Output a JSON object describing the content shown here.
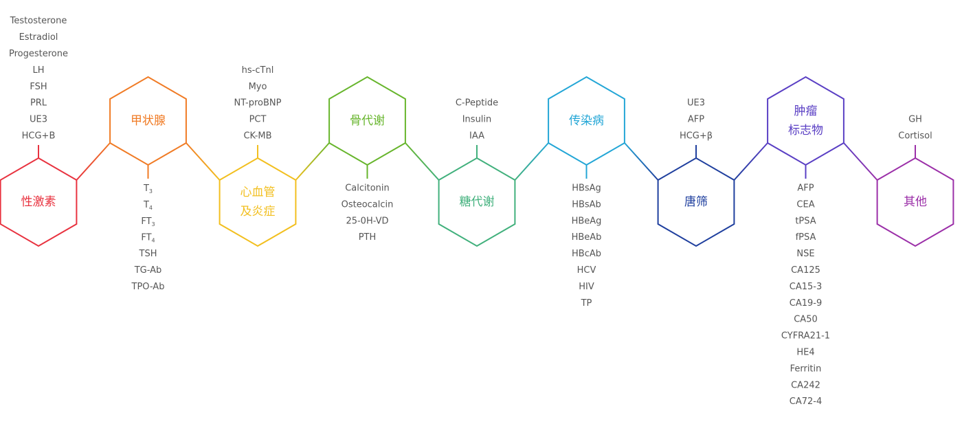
{
  "categories": [
    {
      "id": "sex-hormones",
      "title": [
        "性激素"
      ],
      "color": "#e8323f",
      "items_position": "above",
      "items": [
        "Testosterone",
        "Estradiol",
        "Progesterone",
        "LH",
        "FSH",
        "PRL",
        "UE3",
        "HCG+B"
      ]
    },
    {
      "id": "thyroid",
      "title": [
        "甲状腺"
      ],
      "color": "#f07b25",
      "items_position": "below",
      "items": [
        {
          "base": "T",
          "sub": "3"
        },
        {
          "base": "T",
          "sub": "4"
        },
        {
          "base": "FT",
          "sub": "3"
        },
        {
          "base": "FT",
          "sub": "4"
        },
        "TSH",
        "TG-Ab",
        "TPO-Ab"
      ]
    },
    {
      "id": "cardiovascular",
      "title": [
        "心血管",
        "及炎症"
      ],
      "color": "#f2bf1f",
      "items_position": "above",
      "items": [
        "hs-cTnl",
        "Myo",
        "NT-proBNP",
        "PCT",
        "CK-MB"
      ]
    },
    {
      "id": "bone-metabolism",
      "title": [
        "骨代谢"
      ],
      "color": "#67b52c",
      "items_position": "below",
      "items": [
        "Calcitonin",
        "Osteocalcin",
        "25-0H-VD",
        "PTH"
      ]
    },
    {
      "id": "glucose-metabolism",
      "title": [
        "糖代谢"
      ],
      "color": "#41b07c",
      "items_position": "above",
      "items": [
        "C-Peptide",
        "Insulin",
        "IAA"
      ]
    },
    {
      "id": "infectious-disease",
      "title": [
        "传染病"
      ],
      "color": "#23a6d6",
      "items_position": "below",
      "items": [
        "HBsAg",
        "HBsAb",
        "HBeAg",
        "HBeAb",
        "HBcAb",
        "HCV",
        "HIV",
        "TP"
      ]
    },
    {
      "id": "prenatal-screening",
      "title": [
        "唐筛"
      ],
      "color": "#1f3f9e",
      "items_position": "above",
      "items": [
        "UE3",
        "AFP",
        "HCG+β"
      ]
    },
    {
      "id": "tumor-markers",
      "title": [
        "肿瘤",
        "标志物"
      ],
      "color": "#5a3fc4",
      "items_position": "below",
      "items": [
        "AFP",
        "CEA",
        "tPSA",
        "fPSA",
        "NSE",
        "CA125",
        "CA15-3",
        "CA19-9",
        "CA50",
        "CYFRA21-1",
        "HE4",
        "Ferritin",
        "CA242",
        "CA72-4"
      ]
    },
    {
      "id": "others",
      "title": [
        "其他"
      ],
      "color": "#9b2fa8",
      "items_position": "above",
      "items": [
        "GH",
        "Cortisol"
      ]
    }
  ],
  "colors": {
    "item_text": "#555555"
  }
}
